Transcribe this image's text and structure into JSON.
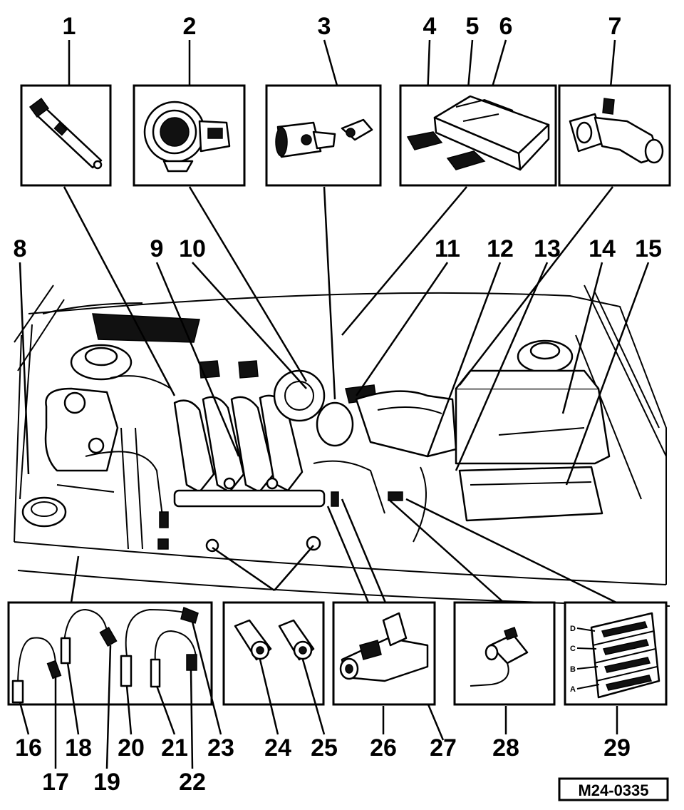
{
  "callouts_top": [
    "1",
    "2",
    "3",
    "4",
    "5",
    "6",
    "7"
  ],
  "callouts_mid": [
    "8",
    "9",
    "10",
    "11",
    "12",
    "13",
    "14",
    "15"
  ],
  "callouts_bottom_row1": [
    "16",
    "18",
    "20",
    "21",
    "23",
    "24",
    "25",
    "26",
    "27",
    "28",
    "29"
  ],
  "callouts_bottom_row2": [
    "17",
    "19",
    "22"
  ],
  "connector_pins": [
    "D",
    "C",
    "B",
    "A"
  ],
  "figure_code": "M24-0335"
}
